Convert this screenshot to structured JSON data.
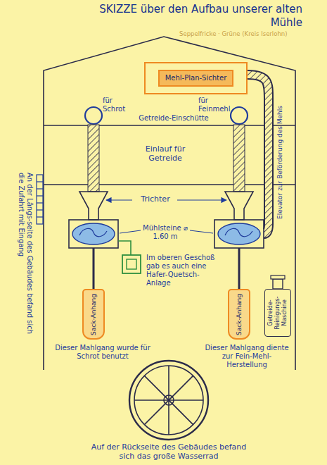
{
  "diagram": {
    "title": "SKIZZE über den Aufbau unserer alten Mühle",
    "nodes": [
      {
        "text": [
          "Mehl-Plan-Sichter"
        ]
      },
      {
        "text": [
          "Sack-Anhang"
        ]
      },
      {
        "text": [
          "Sack-Anhang"
        ]
      },
      {
        "text": [
          "Getreide-Reinigungs-Maschine"
        ]
      }
    ],
    "labels": [
      "Seppelfricke · Grüne (Kreis Iserlohn)",
      "für Schrot",
      "Getreide-Einschütte",
      "für Feinmehl",
      "Einlauf für Getreide",
      "An der Längs-seite des Gebäudes befand sich die Zufahrt mit Eingang",
      "Elevator zur Beförderung des Mehls",
      "Trichter",
      "Mühlsteine ⌀ 1.60 m",
      "Im oberen Geschoß gab es auch eine Hafer-Quetsch-Anlage",
      "Dieser Mahlgang wurde für Schrot benutzt",
      "Dieser Mahlgang diente zur Fein-Mehl-Herstellung",
      "Auf der Rückseite des Gebäudes befand sich das große Wasserrad"
    ]
  }
}
